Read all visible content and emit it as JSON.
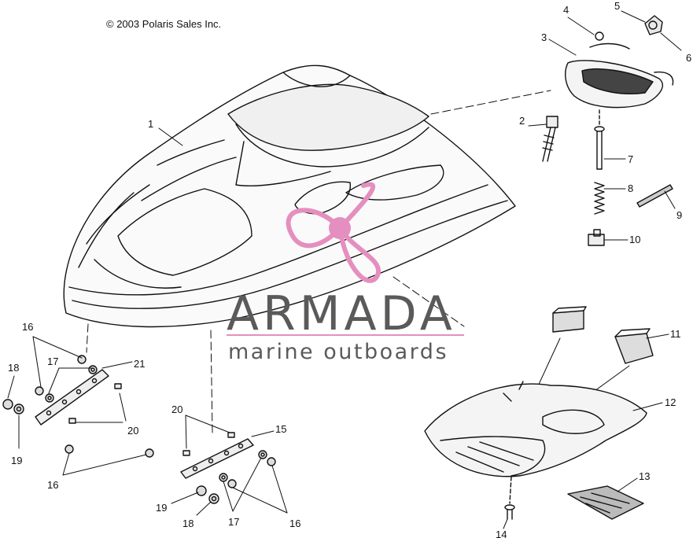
{
  "copyright": "© 2003 Polaris Sales Inc.",
  "watermark": {
    "title": "ARMADA",
    "subtitle": "marine outboards",
    "accent_color": "#e48fbf",
    "text_color": "#5a5a5a"
  },
  "callouts": [
    "1",
    "2",
    "3",
    "4",
    "5",
    "6",
    "7",
    "8",
    "9",
    "10",
    "11",
    "12",
    "13",
    "14",
    "15",
    "16",
    "16",
    "16",
    "16",
    "17",
    "17",
    "18",
    "18",
    "19",
    "19",
    "20",
    "20",
    "21"
  ]
}
